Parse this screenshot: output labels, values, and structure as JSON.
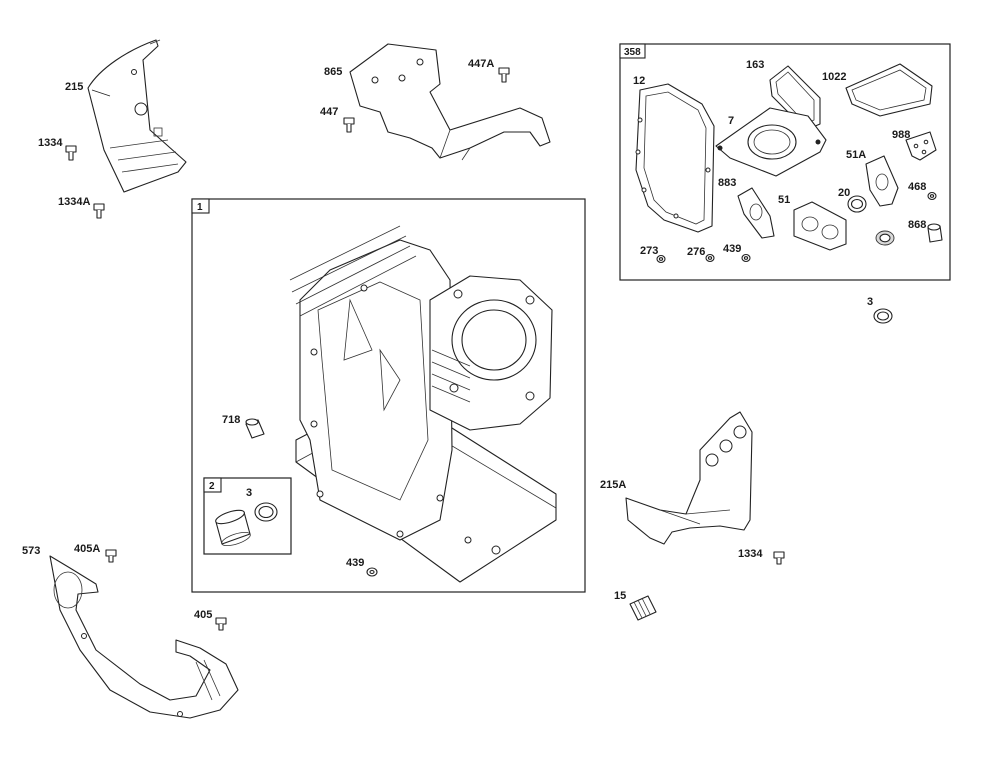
{
  "labels": {
    "p215": "215",
    "p1334_top": "1334",
    "p1334A": "1334A",
    "p865": "865",
    "p447A": "447A",
    "p447": "447",
    "p718": "718",
    "p3_kit": "3",
    "p439_main": "439",
    "p573": "573",
    "p405A": "405A",
    "p405": "405",
    "p215A": "215A",
    "p1334_right": "1334",
    "p15": "15",
    "p3_right": "3",
    "p12": "12",
    "p163": "163",
    "p1022": "1022",
    "p7": "7",
    "p988": "988",
    "p51A": "51A",
    "p883": "883",
    "p20": "20",
    "p468": "468",
    "p51": "51",
    "p868": "868",
    "p273": "273",
    "p276": "276",
    "p439_kit": "439"
  },
  "boxes": {
    "engine_block": "1",
    "sleeve_kit": "2",
    "gasket_set": "358"
  }
}
